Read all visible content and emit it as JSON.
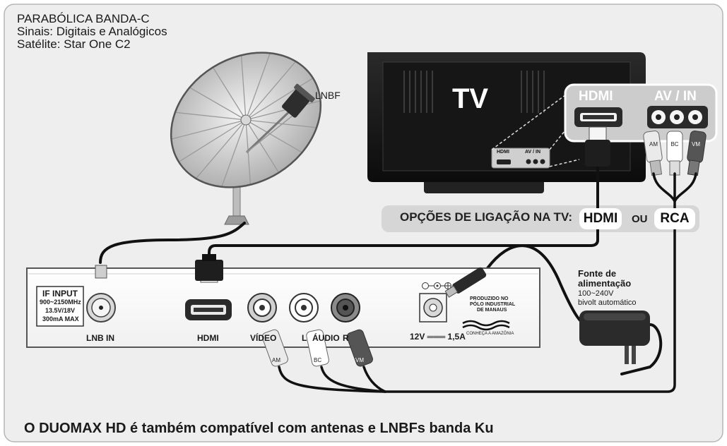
{
  "header": {
    "line1": "PARABÓLICA BANDA-C",
    "line2": "Sinais: Digitais e Analógicos",
    "line3": "Satélite: Star One C2"
  },
  "dish": {
    "lnbf_label": "LNBF"
  },
  "tv": {
    "label": "TV",
    "panel_hdmi": "HDMI",
    "panel_av": "AV / IN",
    "mini_hdmi": "HDMI",
    "mini_av": "AV / IN"
  },
  "connection_options": {
    "label": "OPÇÕES DE LIGAÇÃO NA TV:",
    "hdmi": "HDMI",
    "or": "OU",
    "rca": "RCA"
  },
  "receiver": {
    "if_input": "IF INPUT",
    "if_freq": "900~2150MHz",
    "if_volt": "13.5V/18V",
    "if_current": "300mA MAX",
    "lnb_in": "LNB IN",
    "hdmi": "HDMI",
    "video": "VÍDEO",
    "audio_l": "L",
    "audio": "ÁUDIO",
    "audio_r": "R",
    "power_rating": "12V ═══ 1,5A",
    "zf_line1": "PRODUZIDO NO",
    "zf_line2": "PÓLO INDUSTRIAL",
    "zf_line3": "DE MANAUS",
    "zf_line4": "CONHEÇA A AMAZÔNIA"
  },
  "power_supply": {
    "title1": "Fonte de",
    "title2": "alimentação",
    "voltage": "100~240V",
    "note": "bivolt automático"
  },
  "rca_tags": {
    "am": "AM",
    "bc": "BC",
    "vm": "VM"
  },
  "footer": {
    "note": "O DUOMAX HD é também compatível com antenas e LNBFs banda Ku"
  },
  "colors": {
    "background": "#eeeeee",
    "panel": "#cccccc",
    "pill_bar": "#d6d6d6"
  }
}
